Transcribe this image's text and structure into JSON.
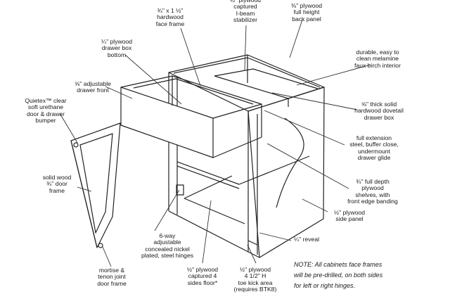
{
  "labels": {
    "face_frame": "¾\" x 1 ½\"\nhardwood\nface frame",
    "ibeam_stabilizer": "½\" plywood\ncaptured\nI-beam\nstabilizer",
    "back_panel": "⅜\" plywood\nfull height\nback panel",
    "drawer_box_bottom": "¼\" plywood\ndrawer box\nbottom",
    "interior": "durable, easy to\nclean melamine\nfaux birch interior",
    "drawer_front": "⅝\" adjustable\ndrawer front",
    "bumper": "Quietex™ clear\nsoft urethane\ndoor & drawer\nbumper",
    "dovetail_drawer": "⅝\" thick solid\nhardwood dovetail\ndrawer box",
    "drawer_glide": "full extension\nsteel, buffer close,\nundermount\ndrawer glide",
    "door_frame": "solid wood\n¾\" door\nframe",
    "shelves": "¾\" full depth\nplywood\nshelves, with\nfront edge banding",
    "side_panel": "½\" plywood\nside panel",
    "hinges": "6-way\nadjustable\nconcealed nickel\nplated, steel hinges",
    "reveal": "¼\" reveal",
    "door_frame_joint": "mortise &\ntenon joint\ndoor frame",
    "floor": "½\" plywood\ncaptured 4\nsides floor*",
    "toe_kick": "½\" plywood\n4 1/2\" H\ntoe kick area\n(requires BTK8)"
  },
  "note": "NOTE:  All cabinets face frames\nwill be pre-drilled, on both sides\nfor left or right hinges."
}
